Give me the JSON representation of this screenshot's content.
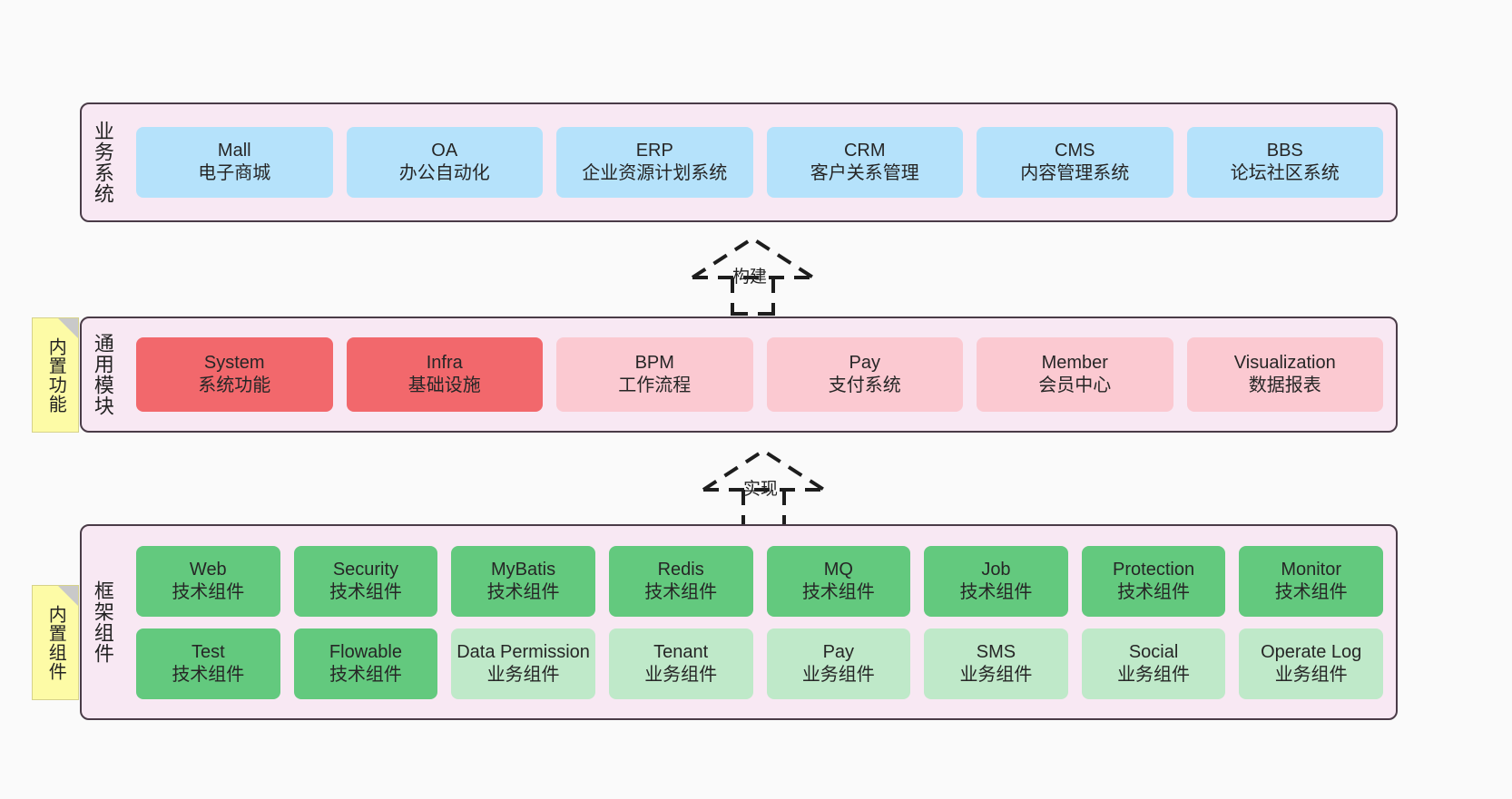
{
  "diagram": {
    "background": "#fafafa",
    "accent_border": "#4a3b47",
    "panel_fill": "#f8e8f3",
    "note_fill": "#fdfba6"
  },
  "layers": [
    {
      "id": "business-systems",
      "title": "业务系统",
      "note": null,
      "color": "#b5e2fb",
      "cards": [
        {
          "name": "Mall",
          "desc": "电子商城"
        },
        {
          "name": "OA",
          "desc": "办公自动化"
        },
        {
          "name": "ERP",
          "desc": "企业资源计划系统"
        },
        {
          "name": "CRM",
          "desc": "客户关系管理"
        },
        {
          "name": "CMS",
          "desc": "内容管理系统"
        },
        {
          "name": "BBS",
          "desc": "论坛社区系统"
        }
      ]
    },
    {
      "id": "common-modules",
      "title": "通用模块",
      "note": "内置功能",
      "cards": [
        {
          "name": "System",
          "desc": "系统功能",
          "tone": "red"
        },
        {
          "name": "Infra",
          "desc": "基础设施",
          "tone": "red"
        },
        {
          "name": "BPM",
          "desc": "工作流程",
          "tone": "pink"
        },
        {
          "name": "Pay",
          "desc": "支付系统",
          "tone": "pink"
        },
        {
          "name": "Member",
          "desc": "会员中心",
          "tone": "pink"
        },
        {
          "name": "Visualization",
          "desc": "数据报表",
          "tone": "pink"
        }
      ]
    },
    {
      "id": "framework-components",
      "title": "框架组件",
      "note": "内置组件",
      "rows": [
        [
          {
            "name": "Web",
            "desc": "技术组件",
            "tone": "green"
          },
          {
            "name": "Security",
            "desc": "技术组件",
            "tone": "green"
          },
          {
            "name": "MyBatis",
            "desc": "技术组件",
            "tone": "green"
          },
          {
            "name": "Redis",
            "desc": "技术组件",
            "tone": "green"
          },
          {
            "name": "MQ",
            "desc": "技术组件",
            "tone": "green"
          },
          {
            "name": "Job",
            "desc": "技术组件",
            "tone": "green"
          },
          {
            "name": "Protection",
            "desc": "技术组件",
            "tone": "green"
          },
          {
            "name": "Monitor",
            "desc": "技术组件",
            "tone": "green"
          }
        ],
        [
          {
            "name": "Test",
            "desc": "技术组件",
            "tone": "green"
          },
          {
            "name": "Flowable",
            "desc": "技术组件",
            "tone": "green"
          },
          {
            "name": "Data Permission",
            "desc": "业务组件",
            "tone": "mint"
          },
          {
            "name": "Tenant",
            "desc": "业务组件",
            "tone": "mint"
          },
          {
            "name": "Pay",
            "desc": "业务组件",
            "tone": "mint"
          },
          {
            "name": "SMS",
            "desc": "业务组件",
            "tone": "mint"
          },
          {
            "name": "Social",
            "desc": "业务组件",
            "tone": "mint"
          },
          {
            "name": "Operate Log",
            "desc": "业务组件",
            "tone": "mint"
          }
        ]
      ]
    }
  ],
  "connectors": [
    {
      "id": "build",
      "label": "构建"
    },
    {
      "id": "implement",
      "label": "实现"
    }
  ],
  "chart_data": {
    "type": "diagram",
    "title": "分层架构图",
    "nodes": 28,
    "layers": 3,
    "relations": [
      "业务系统 --构建--> 通用模块",
      "通用模块 --实现--> 框架组件"
    ]
  }
}
